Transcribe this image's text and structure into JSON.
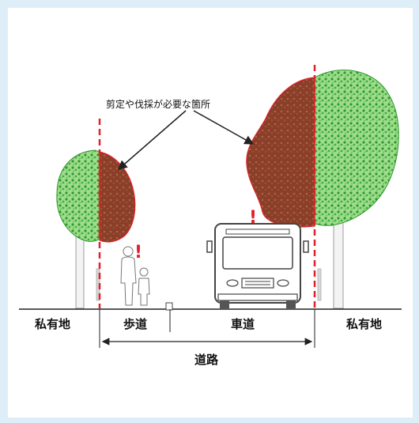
{
  "labels": {
    "annotation": "剪定や伐採が必要な箇所",
    "private_land_left": "私有地",
    "sidewalk": "歩道",
    "roadway": "車道",
    "private_land_right": "私有地",
    "road": "道路"
  },
  "colors": {
    "background": "#ddeef8",
    "tree_green": "#3fae3a",
    "overgrowth_brown": "#8a3f28",
    "boundary_red": "#e0202a",
    "line": "#222222"
  }
}
